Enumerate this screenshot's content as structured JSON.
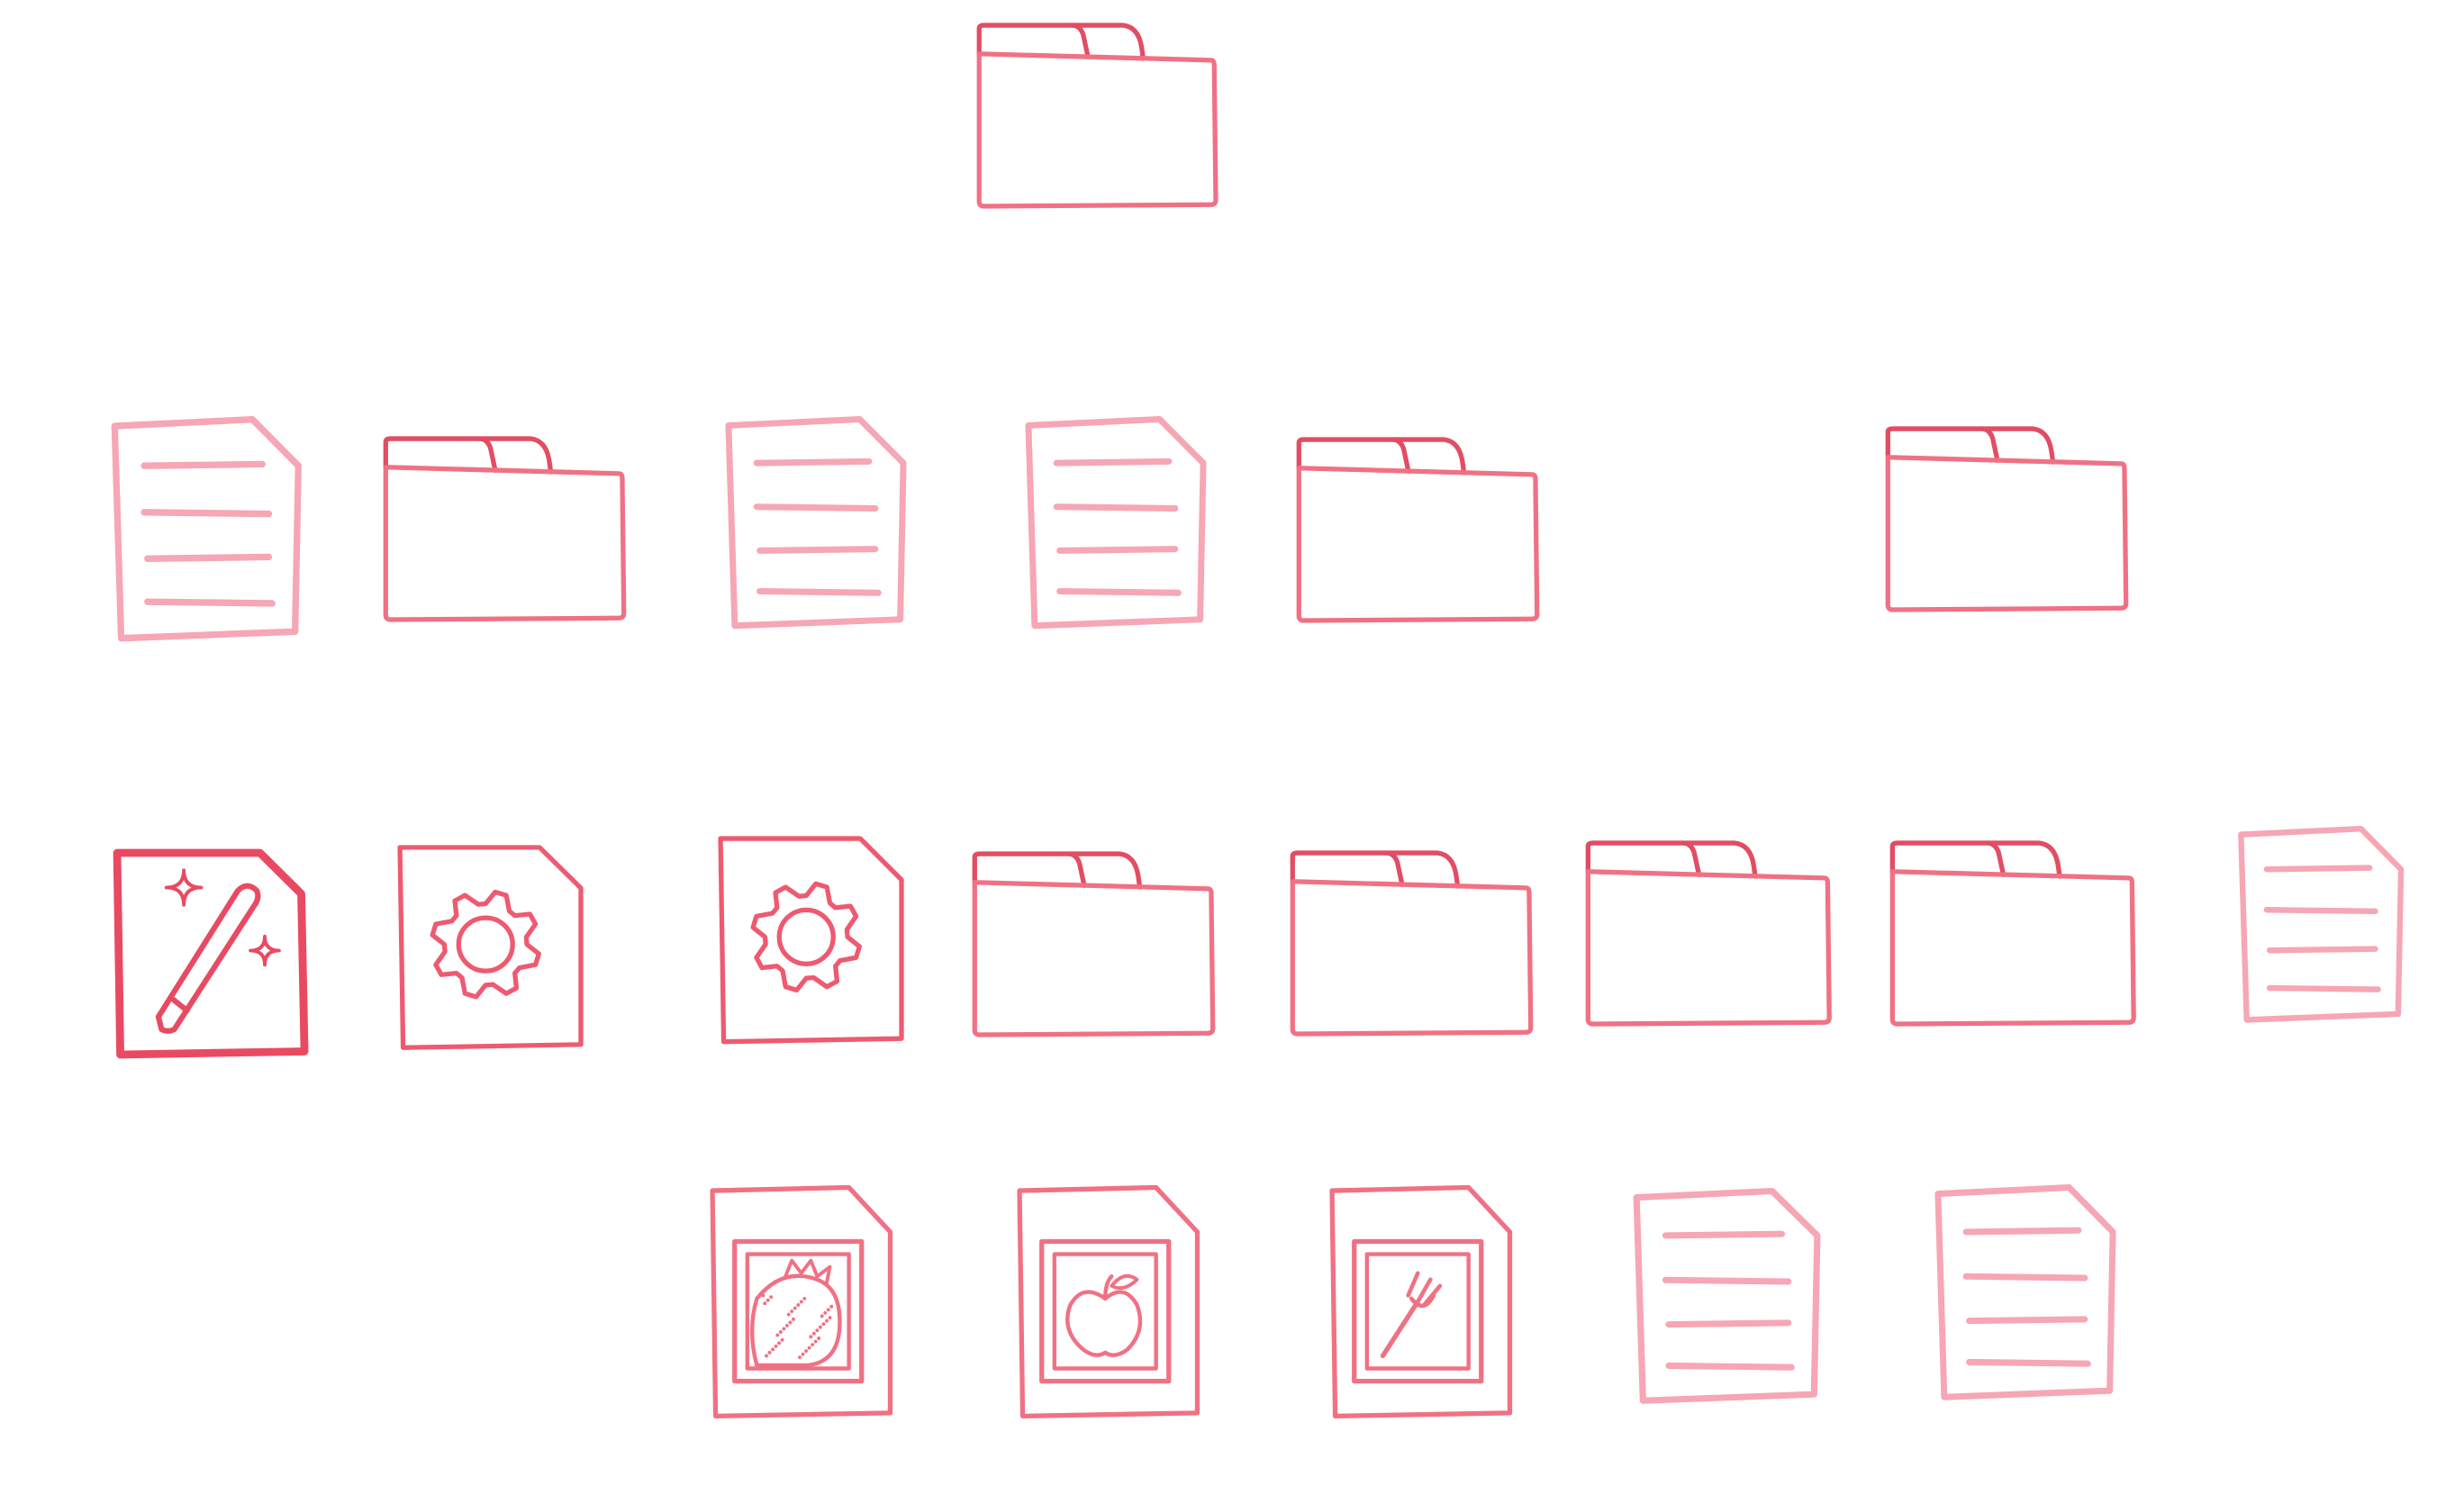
{
  "diagram": {
    "kind": "file-tree",
    "colors": {
      "background": "#ffffff",
      "folder": "#f07184",
      "folder_tab": "#e24d63",
      "document": "#f6a6b4",
      "special": "#ee5a70",
      "magic_file": "#e94a62"
    },
    "levels": [
      {
        "items": [
          {
            "id": "root-folder",
            "type": "folder",
            "icon": "folder-icon"
          }
        ]
      },
      {
        "items": [
          {
            "id": "l1-doc-1",
            "type": "document",
            "icon": "document-icon"
          },
          {
            "id": "l1-folder-1",
            "type": "folder",
            "icon": "folder-icon"
          },
          {
            "id": "l1-doc-2",
            "type": "document",
            "icon": "document-icon"
          },
          {
            "id": "l1-doc-3",
            "type": "document",
            "icon": "document-icon"
          },
          {
            "id": "l1-folder-2",
            "type": "folder",
            "icon": "folder-icon"
          },
          {
            "id": "l1-folder-3",
            "type": "folder",
            "icon": "folder-icon"
          }
        ]
      },
      {
        "items": [
          {
            "id": "l2-magic-file",
            "type": "magic",
            "icon": "magic-wand-file-icon"
          },
          {
            "id": "l2-config-1",
            "type": "config",
            "icon": "gear-file-icon"
          },
          {
            "id": "l2-config-2",
            "type": "config",
            "icon": "gear-file-icon"
          },
          {
            "id": "l2-folder-1",
            "type": "folder",
            "icon": "folder-icon"
          },
          {
            "id": "l2-folder-2",
            "type": "folder",
            "icon": "folder-icon"
          },
          {
            "id": "l2-folder-3",
            "type": "folder",
            "icon": "folder-icon"
          },
          {
            "id": "l2-folder-4",
            "type": "folder",
            "icon": "folder-icon"
          },
          {
            "id": "l2-doc-1",
            "type": "document",
            "icon": "document-icon"
          }
        ]
      },
      {
        "items": [
          {
            "id": "l3-image-1",
            "type": "image",
            "subject": "strawberry",
            "icon": "strawberry-image-file-icon"
          },
          {
            "id": "l3-image-2",
            "type": "image",
            "subject": "apple",
            "icon": "apple-image-file-icon"
          },
          {
            "id": "l3-image-3",
            "type": "image",
            "subject": "fork",
            "icon": "fork-image-file-icon"
          },
          {
            "id": "l3-doc-1",
            "type": "document",
            "icon": "document-icon"
          },
          {
            "id": "l3-doc-2",
            "type": "document",
            "icon": "document-icon"
          }
        ]
      }
    ]
  }
}
